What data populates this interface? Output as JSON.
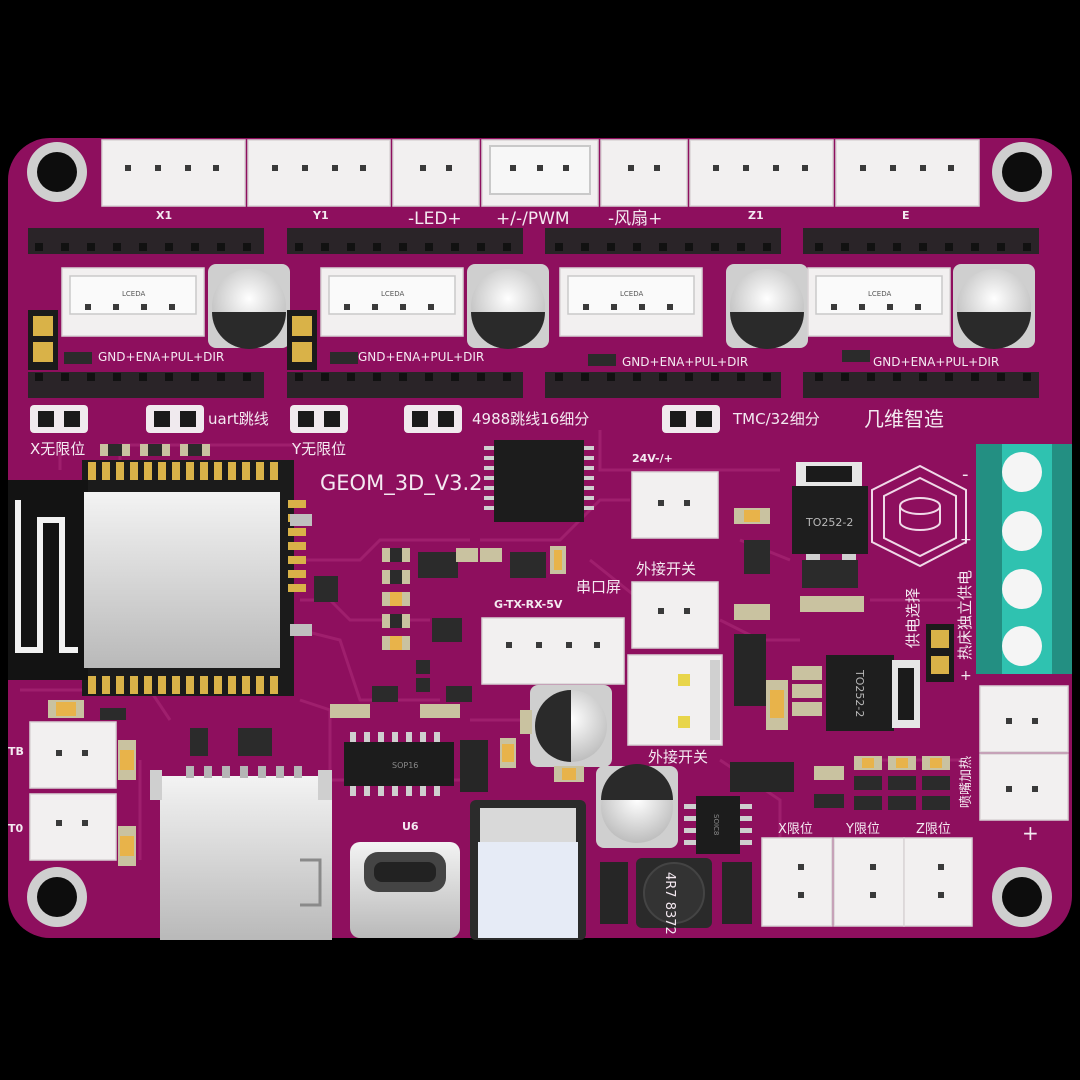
{
  "board": {
    "name": "GEOM_3D_V3.2",
    "brand": "几维智造",
    "colors": {
      "pcb": "#8e0f5e",
      "pcb_dark": "#6d0b48",
      "trace": "#9e1b6c",
      "background": "#000000",
      "silkscreen": "#f4e9f1",
      "terminal": "#2fc2b0"
    }
  },
  "connectors": {
    "top": {
      "x1": "X1",
      "y1": "Y1",
      "led": "-LED+",
      "pwm": "+/-/PWM",
      "fan": "-风扇+",
      "z1": "Z1",
      "e": "E"
    },
    "driver_headers": [
      {
        "label": "GND+ENA+PUL+DIR",
        "tag": "LCEDA"
      },
      {
        "label": "GND+ENA+PUL+DIR",
        "tag": "LCEDA"
      },
      {
        "label": "GND+ENA+PUL+DIR",
        "tag": "LCEDA"
      },
      {
        "label": "GND+ENA+PUL+DIR",
        "tag": "LCEDA"
      }
    ],
    "power_in": "24V-/+",
    "ext_switch_1": "外接开关",
    "ext_switch_2": "外接开关",
    "serial_screen": "串口屏",
    "serial_pins": "G-TX-RX-5V",
    "tb": "TB",
    "t0": "T0",
    "x_limit": "X限位",
    "y_limit": "Y限位",
    "z_limit": "Z限位",
    "nozzle_heat": "喷嘴加热",
    "power_select": "供电选择",
    "bed_power": "热床独立供电",
    "plus_sign": "+",
    "minus_sign": "-"
  },
  "jumpers": {
    "x_no_limit": "X无限位",
    "uart": "uart跳线",
    "y_no_limit": "Y无限位",
    "a4988": "4988跳线16细分",
    "tmc": "TMC/32细分"
  },
  "chips": {
    "u6": "U6",
    "sop16": "SOP16",
    "soic8": "SOIC8",
    "to252_a": "TO252-2",
    "to252_b": "TO252-2",
    "inductor": "4R7 8372"
  }
}
